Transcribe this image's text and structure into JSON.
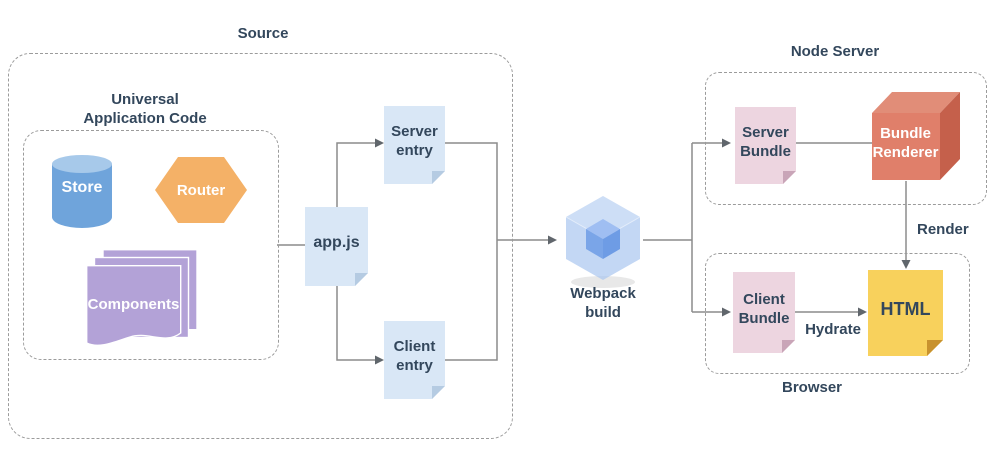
{
  "containers": {
    "source": "Source",
    "universal": "Universal\nApplication Code",
    "node_server": "Node Server",
    "browser": "Browser"
  },
  "nodes": {
    "store": "Store",
    "router": "Router",
    "components": "Components",
    "appjs": "app.js",
    "server_entry": "Server\nentry",
    "client_entry": "Client\nentry",
    "webpack": "Webpack\nbuild",
    "server_bundle": "Server\nBundle",
    "bundle_renderer": "Bundle\nRenderer",
    "client_bundle": "Client\nBundle",
    "html": "HTML"
  },
  "edge_labels": {
    "render": "Render",
    "hydrate": "Hydrate"
  },
  "colors": {
    "label_text": "#33475c",
    "page_blue": "#d9e7f6",
    "page_blue_fold": "#b5cbe2",
    "page_pink": "#edd5e0",
    "page_pink_fold": "#c9a5b8",
    "page_yellow": "#f8d15c",
    "page_yellow_fold": "#c8922e",
    "store_body": "#6fa4db",
    "store_top": "#a7c9ea",
    "router_fill": "#f4b167",
    "components_fill": "#b3a2d7",
    "cube_front": "#e07f6a",
    "cube_top": "#e18d78",
    "cube_side": "#c5604b",
    "webpack_outer": "#a9c6f0",
    "webpack_inner": "#7aa5e8",
    "connector_line": "#8c8c8c",
    "arrowhead": "#60666c",
    "dashed_border": "#9b9b9b"
  }
}
